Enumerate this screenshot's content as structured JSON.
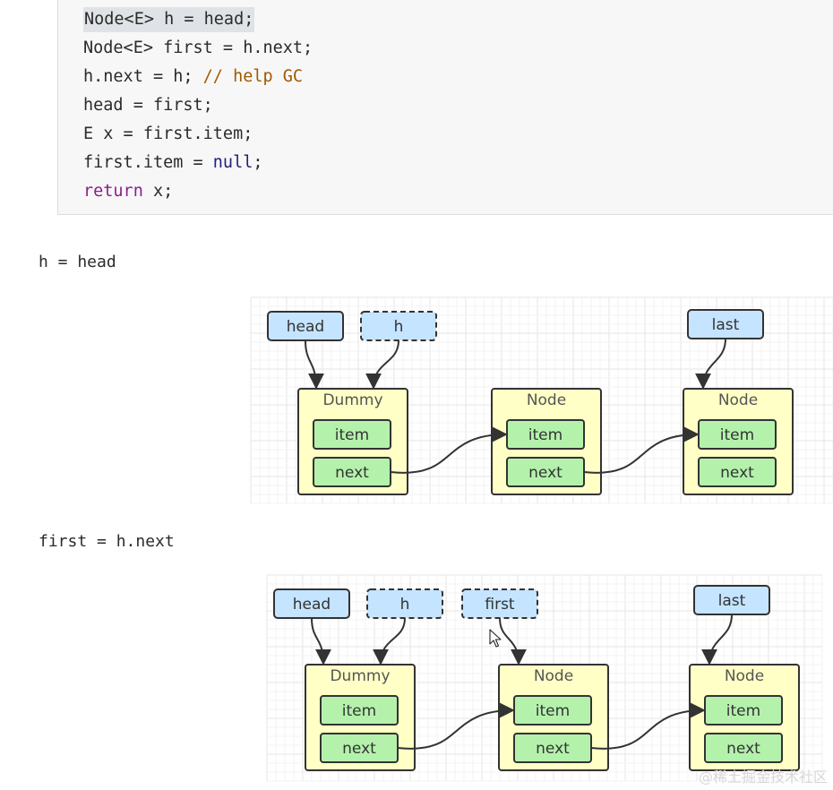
{
  "code": {
    "lines": [
      [
        {
          "t": "Node<E> h = head;",
          "c": ""
        }
      ],
      [
        {
          "t": "Node<E> first = h.next;",
          "c": ""
        }
      ],
      [
        {
          "t": "h.next = h; ",
          "c": ""
        },
        {
          "t": "// help GC",
          "c": "cmt"
        }
      ],
      [
        {
          "t": "head = first;",
          "c": ""
        }
      ],
      [
        {
          "t": "E x = first.item;",
          "c": ""
        }
      ],
      [
        {
          "t": "first.item = ",
          "c": ""
        },
        {
          "t": "null",
          "c": "lit"
        },
        {
          "t": ";",
          "c": ""
        }
      ],
      [
        {
          "t": "return",
          "c": "kw"
        },
        {
          "t": " x;",
          "c": ""
        }
      ]
    ],
    "highlighted_line": 0
  },
  "sections": [
    {
      "label": "h = head",
      "diagram": {
        "pointers": [
          {
            "label": "head",
            "dashed": false
          },
          {
            "label": "h",
            "dashed": true
          },
          {
            "label": "last",
            "dashed": false
          }
        ],
        "nodes": [
          {
            "title": "Dummy",
            "fields": [
              "item",
              "next"
            ]
          },
          {
            "title": "Node",
            "fields": [
              "item",
              "next"
            ]
          },
          {
            "title": "Node",
            "fields": [
              "item",
              "next"
            ]
          }
        ]
      }
    },
    {
      "label": "first = h.next",
      "diagram": {
        "pointers": [
          {
            "label": "head",
            "dashed": false
          },
          {
            "label": "h",
            "dashed": true
          },
          {
            "label": "first",
            "dashed": true
          },
          {
            "label": "last",
            "dashed": false
          }
        ],
        "nodes": [
          {
            "title": "Dummy",
            "fields": [
              "item",
              "next"
            ]
          },
          {
            "title": "Node",
            "fields": [
              "item",
              "next"
            ]
          },
          {
            "title": "Node",
            "fields": [
              "item",
              "next"
            ]
          }
        ]
      }
    }
  ],
  "colors": {
    "pointer_fill": "#c4e4ff",
    "node_fill": "#ffffc6",
    "field_fill": "#b4f2ac",
    "stroke": "#333333"
  },
  "watermark": "@稀土掘金技术社区"
}
